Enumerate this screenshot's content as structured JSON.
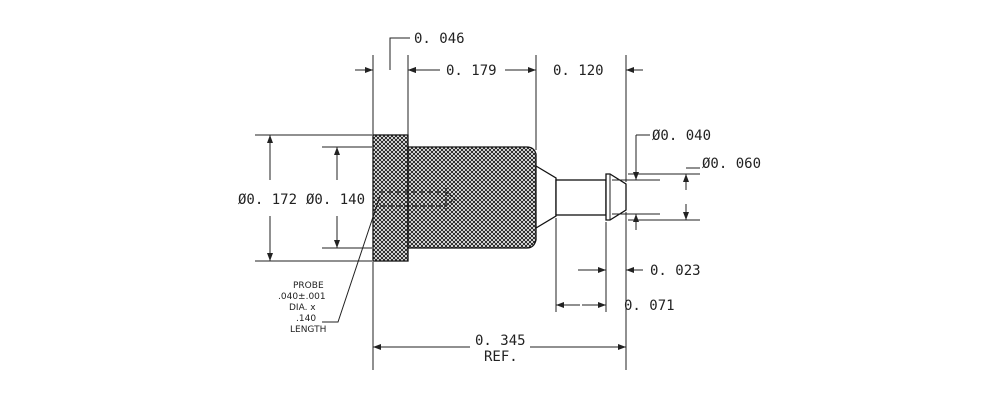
{
  "dimensions": {
    "top_small": "0. 046",
    "top_mid": "0. 179",
    "top_right": "0. 120",
    "dia_outer": "Ø0. 172",
    "dia_inner": "Ø0. 140",
    "dia_tip": "Ø0. 040",
    "dia_flange": "Ø0. 060",
    "tip_len": "0. 023",
    "pin_len": "0. 071",
    "overall": "0. 345",
    "overall_ref": "REF."
  },
  "note": {
    "lines": [
      "PROBE",
      ".040±.001",
      "DIA. x",
      ".140",
      "LENGTH"
    ]
  },
  "colors": {
    "ink": "#222222",
    "background": "#ffffff"
  }
}
